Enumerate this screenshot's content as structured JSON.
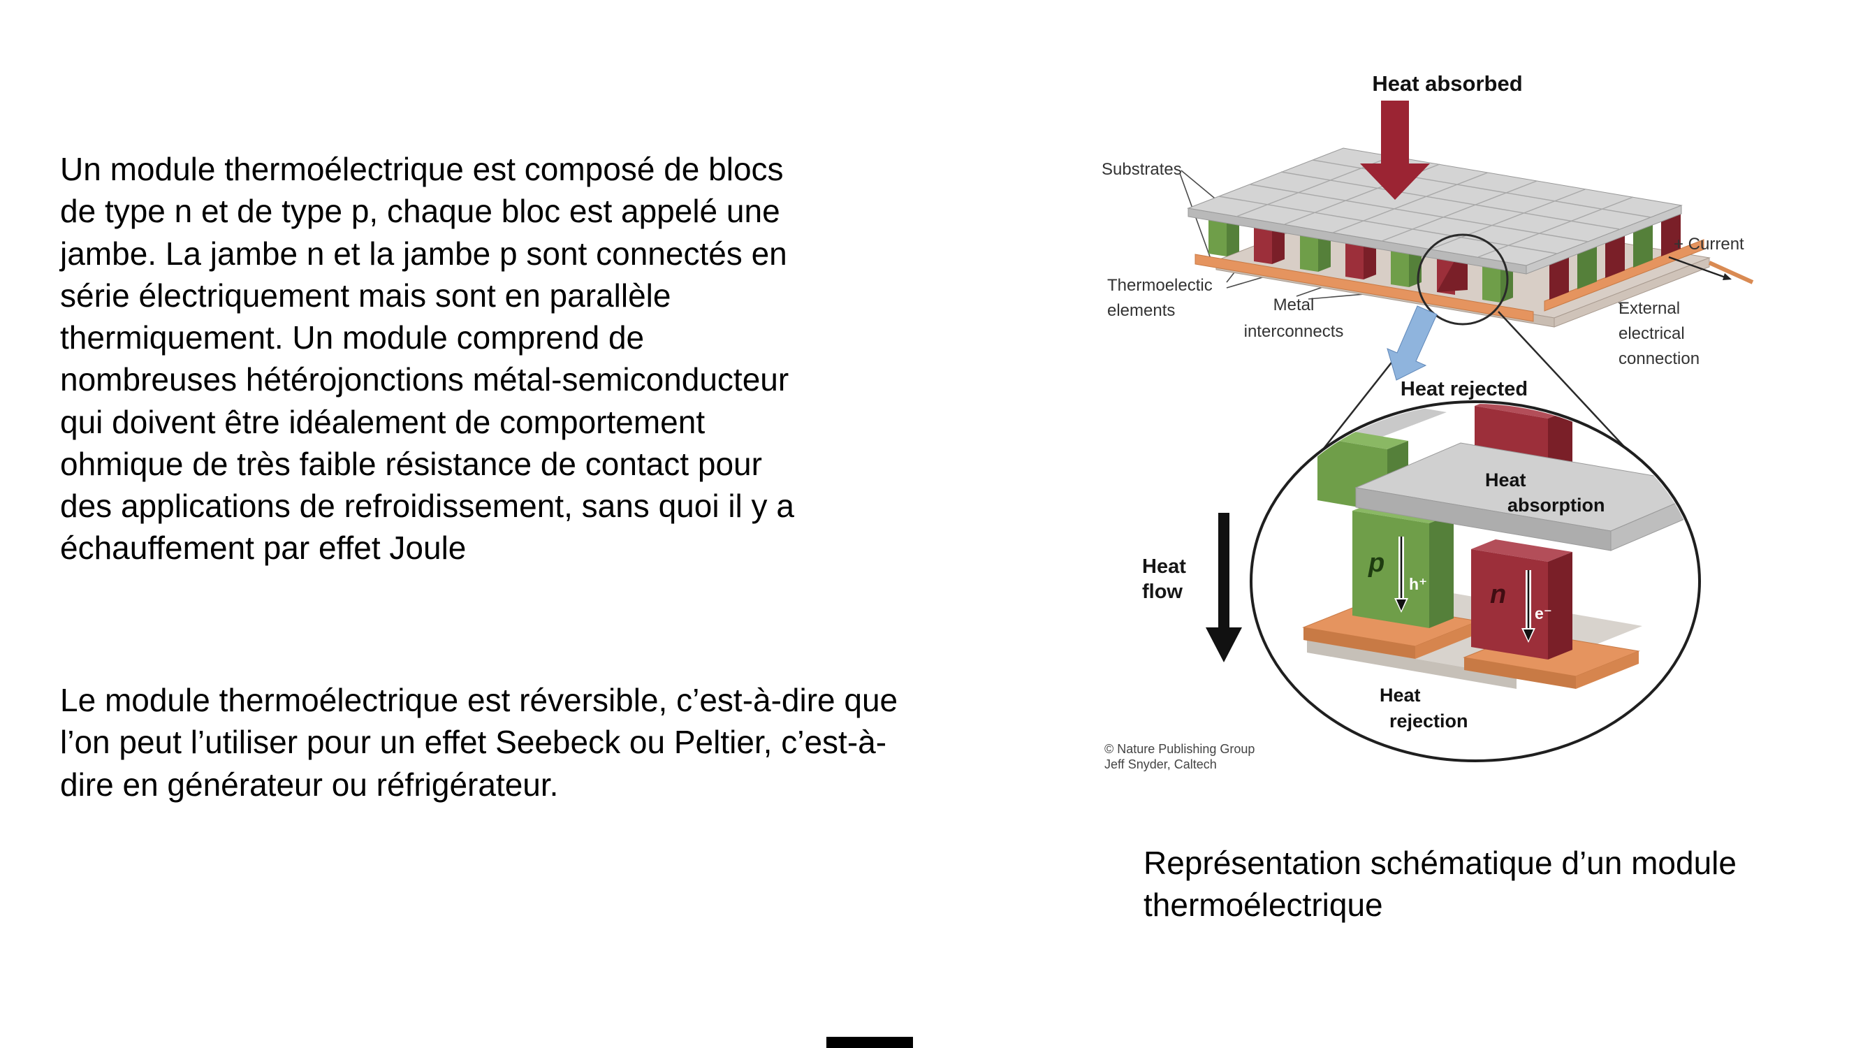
{
  "slide": {
    "body_paragraph_1": "Un module thermoélectrique est composé de blocs\nde type n et de type p, chaque bloc est appelé une\njambe. La jambe n et la jambe p sont connectés en\nsérie électriquement mais sont en parallèle\nthermiquement. Un module comprend de\nnombreuses hétérojonctions métal-semiconducteur\nqui doivent être idéalement de comportement\nohmique de très faible résistance de contact pour\ndes applications de refroidissement, sans quoi il y a\néchauffement par effet Joule",
    "body_paragraph_2": "Le module thermoélectrique est réversible, c’est-à-dire que\nl’on peut l’utiliser pour un effet Seebeck ou Peltier, c’est-à-\ndire en générateur ou réfrigérateur.",
    "caption": "Représentation schématique d’un module\nthermoélectrique"
  },
  "figure": {
    "heat_absorbed": "Heat absorbed",
    "substrates": "Substrates",
    "thermo_line1": "Thermoelectic",
    "thermo_line2": "elements",
    "metal_line1": "Metal",
    "metal_line2": "interconnects",
    "current": "+ Current",
    "external_line1": "External",
    "external_line2": "electrical",
    "external_line3": "connection",
    "heat_rejected": "Heat rejected",
    "heat_flow_line1": "Heat",
    "heat_flow_line2": "flow",
    "credit_line1": "© Nature Publishing Group",
    "credit_line2": "Jeff Snyder, Caltech",
    "zoom": {
      "heat_absorption_line1": "Heat",
      "heat_absorption_line2": "absorption",
      "p": "p",
      "h": "h⁺",
      "n": "n",
      "e": "e⁻",
      "heat_rejection_line1": "Heat",
      "heat_rejection_line2": "rejection"
    },
    "colors": {
      "heat_absorbed_arrow": "#9b2433",
      "heat_rejected_arrow": "#8fb4dd",
      "p_type_front": "#6f9e49",
      "p_type_side": "#55803a",
      "p_type_top": "#8ab864",
      "n_type_front": "#9c2f3a",
      "n_type_side": "#7a1f28",
      "n_type_top": "#b34e59",
      "metal_interconnect": "#e5945f",
      "substrate": "#d4d4d4",
      "bottom_substrate": "#d8cec6"
    }
  }
}
